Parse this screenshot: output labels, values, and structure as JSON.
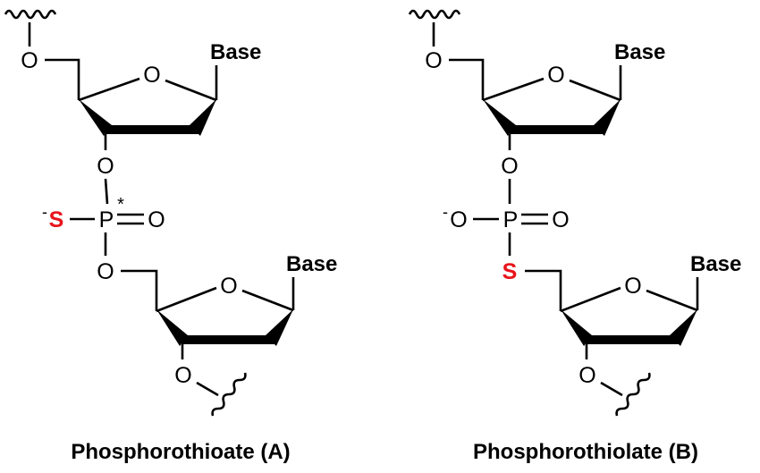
{
  "structures": {
    "a": {
      "label": "Phosphorothioate (A)",
      "atoms": {
        "o5_top": "O",
        "base_top": "Base",
        "o3_top": "O",
        "p": "P",
        "stereo": "*",
        "s": "S",
        "s_charge": "-",
        "o_double": "O",
        "o5_bottom": "O",
        "base_bottom": "Base",
        "o3_bottom": "O"
      }
    },
    "b": {
      "label": "Phosphorothiolate (B)",
      "atoms": {
        "o5_top": "O",
        "base_top": "Base",
        "o3_top": "O",
        "p": "P",
        "o_minus": "O",
        "o_charge": "-",
        "o_double": "O",
        "s": "S",
        "base_bottom": "Base",
        "o3_bottom": "O"
      }
    }
  },
  "colors": {
    "sulfur": "#e8141b",
    "bonds": "#000000"
  }
}
